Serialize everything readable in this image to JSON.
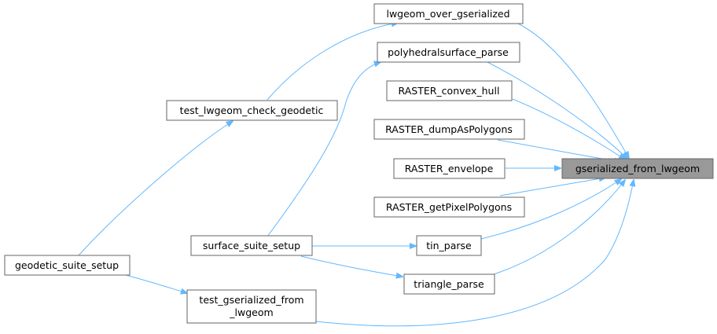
{
  "nodes": {
    "gserialized_from_lwgeom": "gserialized_from_lwgeom",
    "lwgeom_over_gserialized": "lwgeom_over_gserialized",
    "polyhedralsurface_parse": "polyhedralsurface_parse",
    "raster_convex_hull": "RASTER_convex_hull",
    "raster_dumpaspolygons": "RASTER_dumpAsPolygons",
    "raster_envelope": "RASTER_envelope",
    "raster_getpixelpolygons": "RASTER_getPixelPolygons",
    "tin_parse": "tin_parse",
    "triangle_parse": "triangle_parse",
    "test_lwgeom_check_geodetic": "test_lwgeom_check_geodetic",
    "surface_suite_setup": "surface_suite_setup",
    "geodetic_suite_setup": "geodetic_suite_setup",
    "test_gserialized_from_lwgeom_line1": "test_gserialized_from",
    "test_gserialized_from_lwgeom_line2": "_lwgeom"
  },
  "colors": {
    "edge": "#63b8ff",
    "node_border": "#666666",
    "highlight_fill": "#999999"
  }
}
